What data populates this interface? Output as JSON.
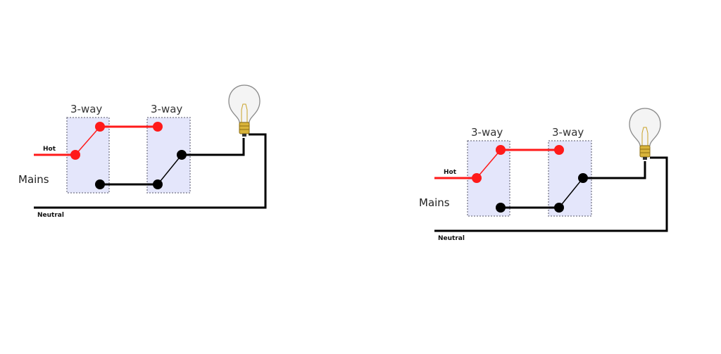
{
  "colors": {
    "hot": "#ff1a1a",
    "neutral": "#000000",
    "switch_box_fill": "#e4e6fb",
    "switch_box_border": "#8a8a9a",
    "bulb_base": "#d9b43a"
  },
  "diagrams": [
    {
      "switch_left_label": "3-way",
      "switch_right_label": "3-way",
      "hot_label": "Hot",
      "mains_label": "Mains",
      "neutral_label": "Neutral",
      "bulb_icon": "light-bulb-icon"
    },
    {
      "switch_left_label": "3-way",
      "switch_right_label": "3-way",
      "hot_label": "Hot",
      "mains_label": "Mains",
      "neutral_label": "Neutral",
      "bulb_icon": "light-bulb-icon"
    }
  ]
}
